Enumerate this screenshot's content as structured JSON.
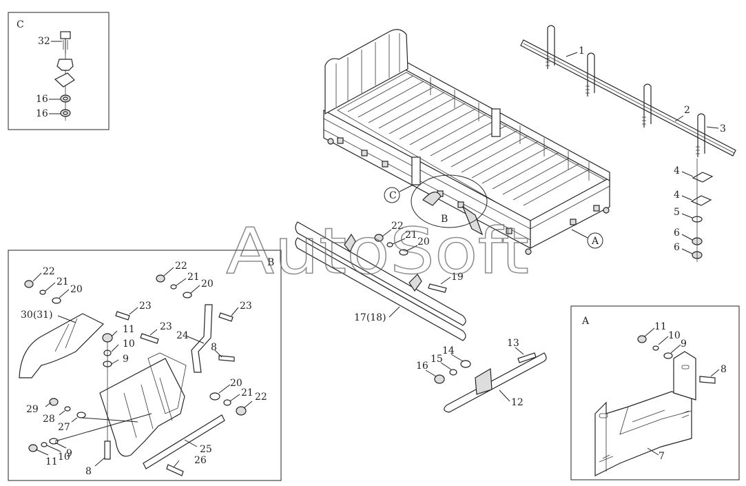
{
  "watermark": "AutoSoft",
  "detail_views": {
    "c": {
      "title": "C",
      "callouts": [
        "32",
        "16",
        "16"
      ]
    },
    "b": {
      "title": "B",
      "callouts": [
        "22",
        "21",
        "20",
        "23",
        "30(31)",
        "22",
        "21",
        "20",
        "23",
        "11",
        "10",
        "9",
        "23",
        "24",
        "8",
        "20",
        "21",
        "22",
        "29",
        "28",
        "27",
        "25",
        "26",
        "11",
        "10",
        "9",
        "8"
      ]
    },
    "a": {
      "title": "A",
      "callouts": [
        "11",
        "10",
        "9",
        "8",
        "7"
      ]
    }
  },
  "main_view": {
    "callouts": [
      "1",
      "2",
      "3",
      "4",
      "4",
      "5",
      "6",
      "6",
      "C",
      "B",
      "A",
      "22",
      "21",
      "20",
      "19",
      "17(18)",
      "14",
      "15",
      "16",
      "13",
      "12"
    ]
  }
}
